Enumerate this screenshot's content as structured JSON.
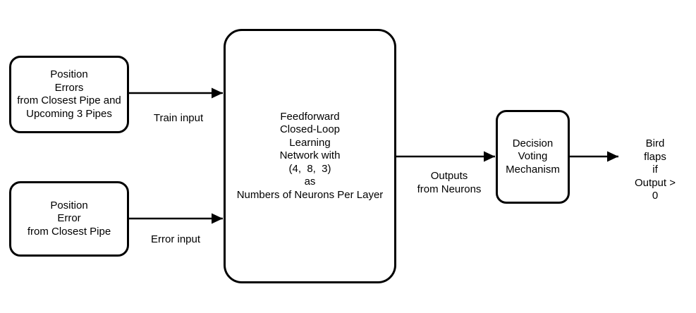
{
  "diagram": {
    "background_color": "#ffffff",
    "stroke_color": "#000000",
    "text_color": "#000000",
    "nodes": {
      "position_errors": {
        "text": "Position\nErrors\nfrom Closest Pipe and\nUpcoming 3 Pipes"
      },
      "position_error": {
        "text": "Position\nError\nfrom Closest Pipe"
      },
      "network": {
        "text": "Feedforward\nClosed-Loop\nLearning\nNetwork with\n(4,  8,  3)\nas\nNumbers of Neurons Per Layer"
      },
      "decision": {
        "text": "Decision\nVoting\nMechanism"
      },
      "output_note": {
        "text": "Bird flaps\nif\nOutput > 0"
      }
    },
    "edge_labels": {
      "train_input": "Train input",
      "error_input": "Error input",
      "outputs": "Outputs\nfrom Neurons"
    }
  }
}
